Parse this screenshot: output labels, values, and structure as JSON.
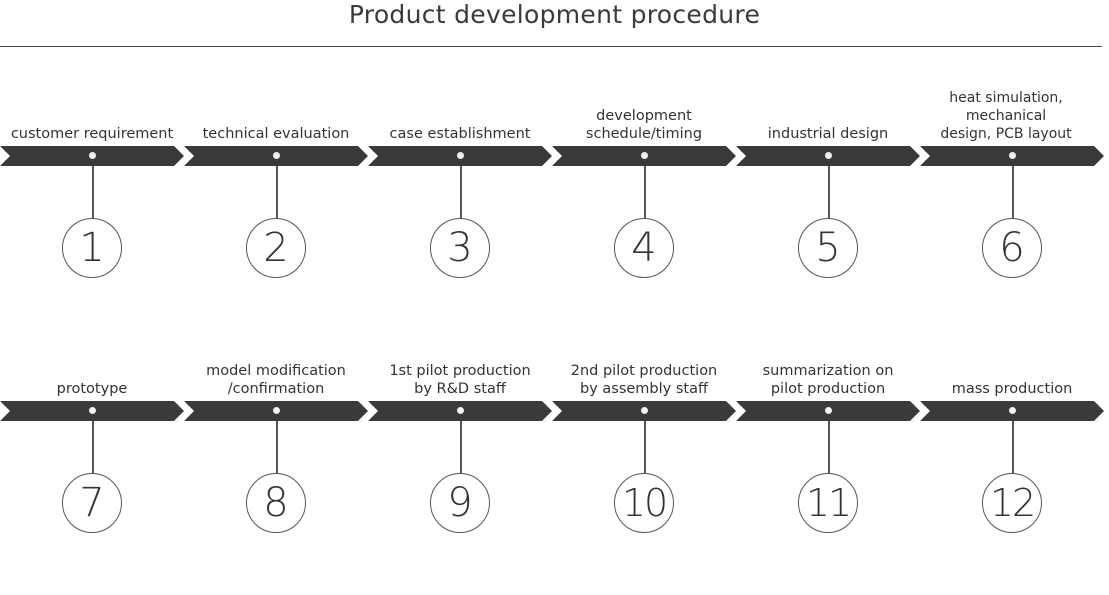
{
  "title": "Product development procedure",
  "colors": {
    "arrow": "#3a3a3a",
    "dot": "#f2f2f2",
    "line": "#555555",
    "text": "#333333"
  },
  "rows": [
    {
      "steps": [
        {
          "number": "1",
          "label_lines": [
            "customer requirement"
          ]
        },
        {
          "number": "2",
          "label_lines": [
            "technical evaluation"
          ]
        },
        {
          "number": "3",
          "label_lines": [
            "case establishment"
          ]
        },
        {
          "number": "4",
          "label_lines": [
            "development",
            "schedule/timing"
          ]
        },
        {
          "number": "5",
          "label_lines": [
            "industrial design"
          ]
        },
        {
          "number": "6",
          "label_lines": [
            "heat simulation, mechanical",
            "design, PCB layout"
          ]
        }
      ]
    },
    {
      "steps": [
        {
          "number": "7",
          "label_lines": [
            "prototype"
          ]
        },
        {
          "number": "8",
          "label_lines": [
            "model modification",
            "/confirmation"
          ]
        },
        {
          "number": "9",
          "label_lines": [
            "1st pilot production",
            "by R&D staff"
          ]
        },
        {
          "number": "10",
          "label_lines": [
            "2nd pilot production",
            "by assembly staff"
          ]
        },
        {
          "number": "11",
          "label_lines": [
            "summarization on",
            "pilot production"
          ]
        },
        {
          "number": "12",
          "label_lines": [
            "mass production"
          ]
        }
      ]
    }
  ]
}
